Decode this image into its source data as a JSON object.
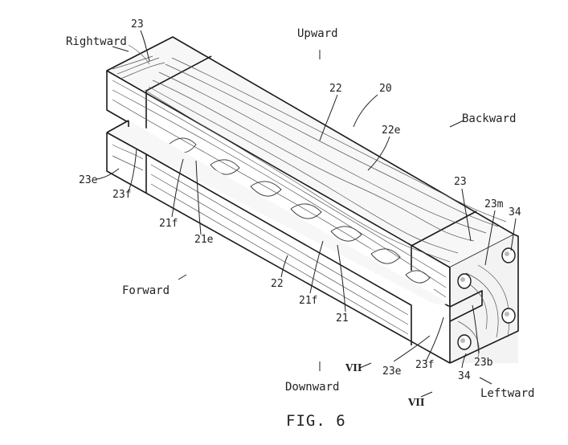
{
  "figure": {
    "caption": "FIG. 6",
    "directions": {
      "upward": "Upward",
      "downward": "Downward",
      "rightward": "Rightward",
      "leftward": "Leftward",
      "forward": "Forward",
      "backward": "Backward"
    },
    "section_mark": "VII",
    "ref": {
      "r20": "20",
      "r21": "21",
      "r21e": "21e",
      "r21f": "21f",
      "r22": "22",
      "r22e": "22e",
      "r23": "23",
      "r23b": "23b",
      "r23e": "23e",
      "r23f": "23f",
      "r23m": "23m",
      "r34": "34"
    }
  }
}
